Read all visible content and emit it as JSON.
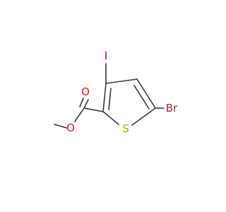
{
  "molecule": {
    "atoms": {
      "iodine": {
        "label": "I",
        "color": "#940094"
      },
      "bromine": {
        "label": "Br",
        "color": "#a62929"
      },
      "sulfur": {
        "label": "S",
        "color": "#b2a300"
      },
      "carbonyl_oxygen": {
        "label": "O",
        "color": "#ff0d0d"
      },
      "ester_oxygen": {
        "label": "O",
        "color": "#ff0d0d"
      }
    },
    "bond_color": "#3a3a3a"
  }
}
